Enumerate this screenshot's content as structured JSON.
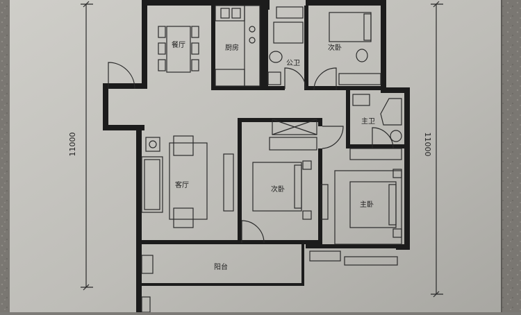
{
  "plan": {
    "dimension_left": "11000",
    "dimension_right": "11000",
    "rooms": {
      "dining": "餐厅",
      "kitchen": "厨房",
      "public_bath": "公卫",
      "bedroom_top": "次卧",
      "master_bath": "主卫",
      "living": "客厅",
      "bedroom_mid": "次卧",
      "master_bedroom": "主卧",
      "balcony": "阳台"
    }
  },
  "colors": {
    "plate": "#c2c1bc",
    "plate_dark": "#a9a8a3",
    "wall": "#1c1c1c",
    "line": "#2a2a2a",
    "stone": "#77736e"
  }
}
